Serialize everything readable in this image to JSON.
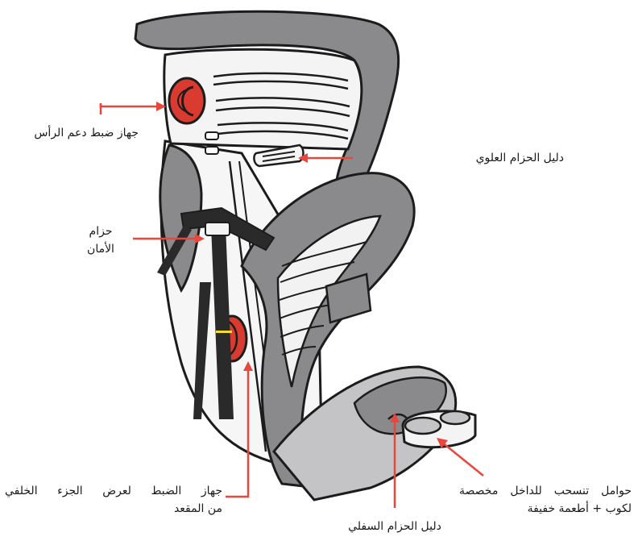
{
  "colors": {
    "pointer": "#e8473c",
    "outline": "#1c1c1c",
    "cushion": "#8a8a8c",
    "cushion_light": "#c4c4c6",
    "shell": "#f4f4f4",
    "adjuster": "#d93b30",
    "strap": "#2a2a2a",
    "strap_mark": "#f2dc2e"
  },
  "labels": {
    "headrest_adjuster": "جهاز ضبط دعم الرأس",
    "top_belt_guide": "دليل الحزام العلوي",
    "seat_belt_line1": "حزام",
    "seat_belt_line2": "الأمان",
    "back_width_adjuster_line1": "جهاز الضبط لعرض الجزء الخلفي",
    "back_width_adjuster_line2": "من المقعد",
    "lower_belt_guide": "دليل الحزام السفلي",
    "cup_holder_line1": "حوامل تنسحب للداخل مخصصة",
    "cup_holder_line2": "لكوب + أطعمة خفيفة"
  }
}
